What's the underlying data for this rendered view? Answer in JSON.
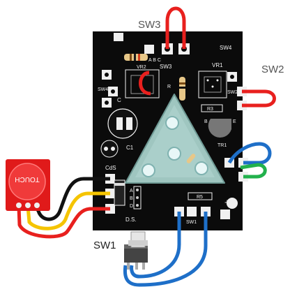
{
  "external_labels": {
    "sw3": "SW3",
    "sw2": "SW2",
    "sw1": "SW1"
  },
  "touch_module": {
    "label": "TOUCH"
  },
  "pcb": {
    "silkscreen": {
      "sw3_pads": "A B C",
      "sw3": "SW3",
      "sw4_top": "SW4",
      "vr2": "VR2",
      "vr1": "VR1",
      "sw4_left": "SW4",
      "sw2": "SW2",
      "c": "C",
      "r3": "R3",
      "b": "B",
      "e": "E",
      "tr1": "TR1",
      "c1": "C1",
      "cds": "CdS",
      "a": "A",
      "b2": "B",
      "d": "D",
      "ds": "D.S.",
      "r5": "R5",
      "sw1": "SW1",
      "plus": "+",
      "r_small": "R"
    }
  },
  "colors": {
    "board": "#0b0b0b",
    "silk": "#f2f2f2",
    "wire_red": "#e8201e",
    "wire_blue": "#1e6fc8",
    "wire_green": "#22b14c",
    "wire_yellow": "#f5c400",
    "wire_black": "#111111",
    "touch_red": "#e01a1a",
    "led_panel": "#9fc6c0"
  }
}
